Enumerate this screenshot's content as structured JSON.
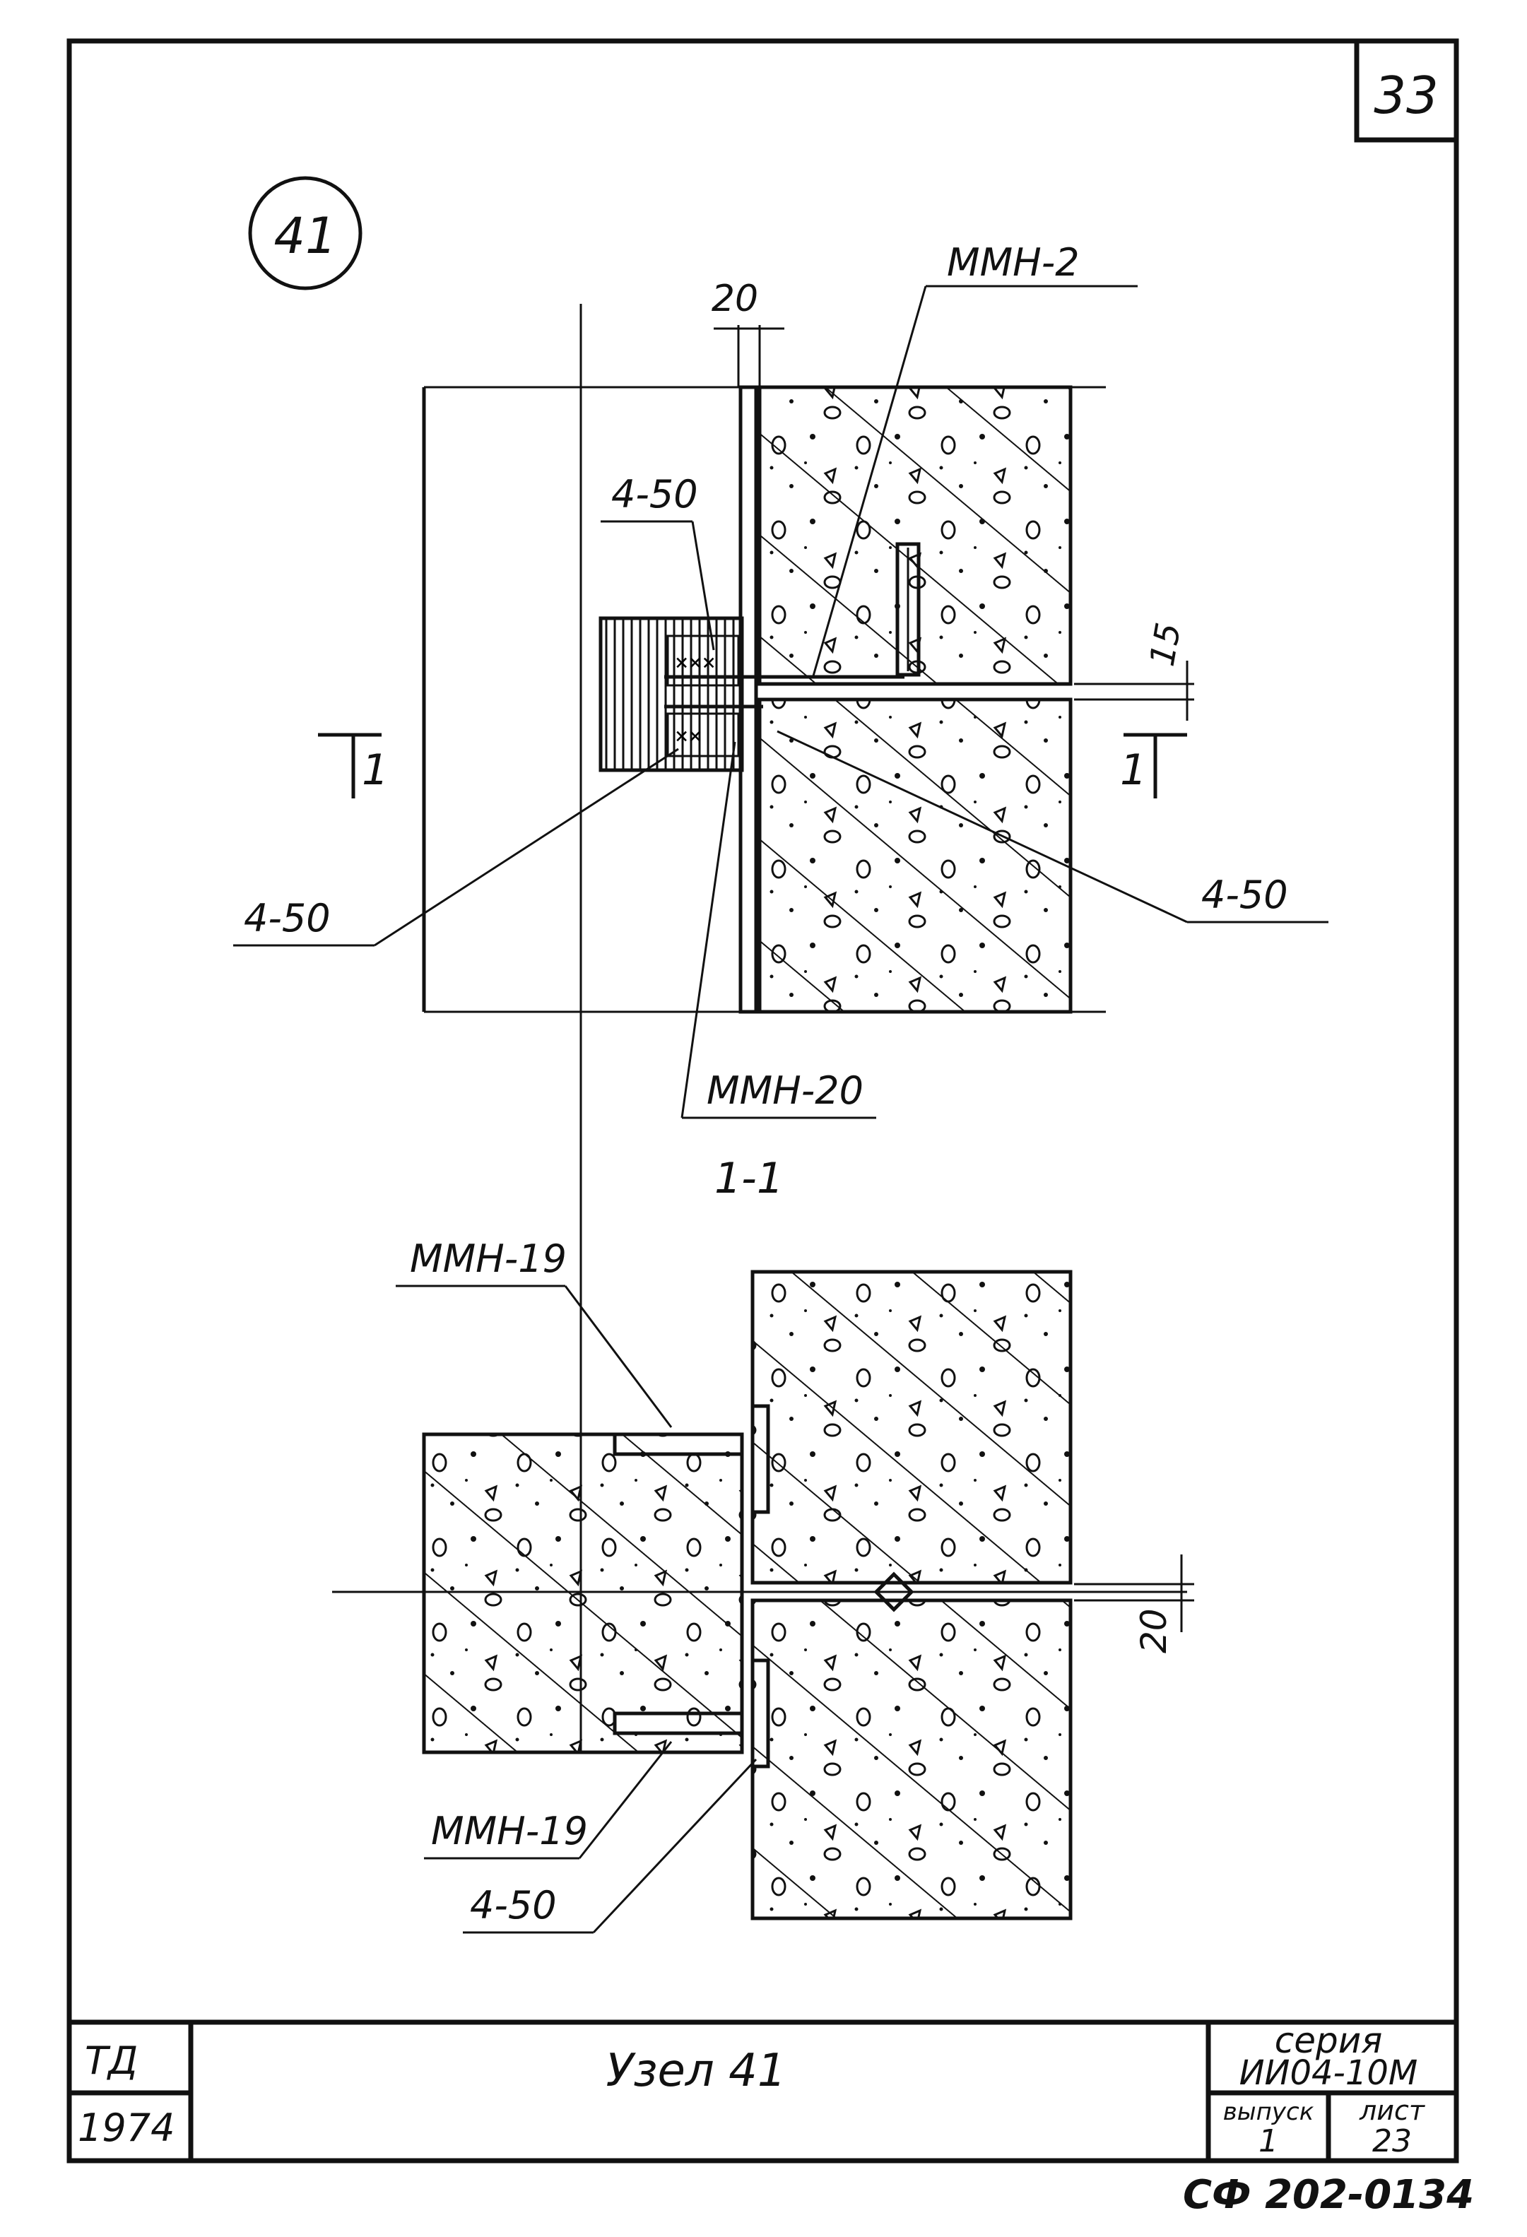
{
  "sheet": {
    "page_number": "33",
    "node_circle": "41",
    "section_mark": "1",
    "section_title": "1-1"
  },
  "labels": {
    "mmn2": "ММН-2",
    "dim20_top": "20",
    "a450_top": "4-50",
    "dim15": "15",
    "a450_left": "4-50",
    "a450_right": "4-50",
    "mmn20": "ММН-20",
    "mmn19_top": "ММН-19",
    "dim20_bottom": "20",
    "mmn19_bottom": "ММН-19",
    "a450_bottom": "4-50"
  },
  "title_block": {
    "td": "ТД",
    "year": "1974",
    "title": "Узел 41",
    "series_label": "серия",
    "series_value": "ИИ04-10М",
    "issue_label": "выпуск",
    "issue_value": "1",
    "sheet_label": "лист",
    "sheet_value": "23",
    "doc_code": "СФ 202-0134"
  },
  "colors": {
    "ink": "#111111",
    "paper": "#ffffff"
  }
}
